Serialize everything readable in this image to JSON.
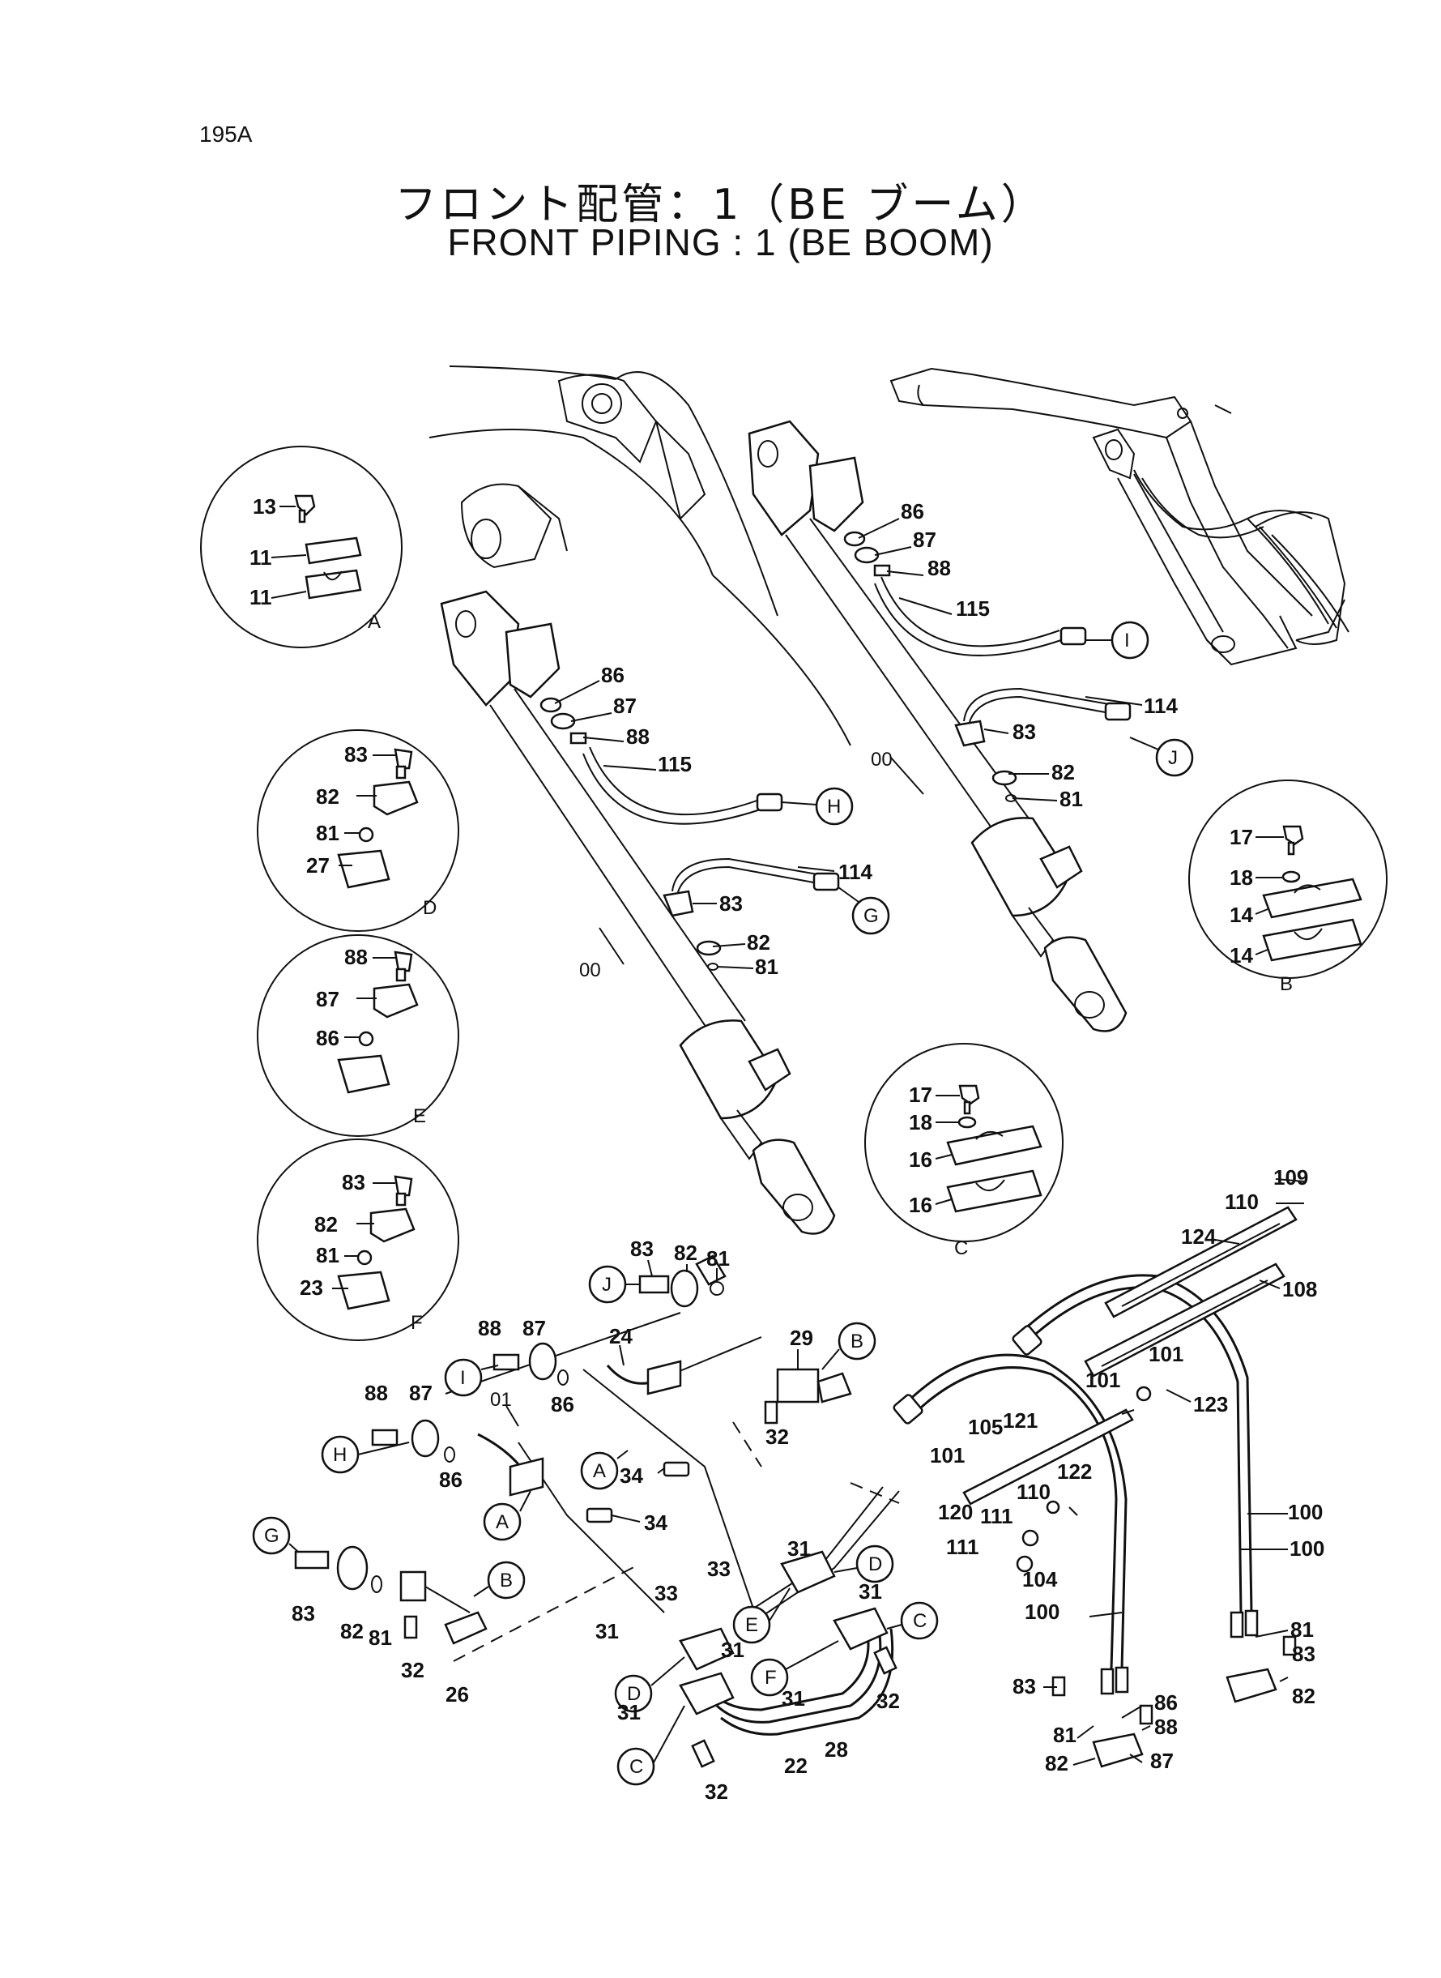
{
  "page_number": "195A",
  "title": {
    "japanese": "フロント配管：1（BE ブーム）",
    "english": "FRONT   PIPING : 1   (BE   BOOM)"
  },
  "detail_views": [
    {
      "letter": "A",
      "labels": [
        "13",
        "11",
        "11"
      ]
    },
    {
      "letter": "B",
      "labels": [
        "17",
        "18",
        "14",
        "14"
      ]
    },
    {
      "letter": "C",
      "labels": [
        "17",
        "18",
        "16",
        "16"
      ]
    },
    {
      "letter": "D",
      "labels": [
        "83",
        "82",
        "81",
        "27"
      ]
    },
    {
      "letter": "E",
      "labels": [
        "88",
        "87",
        "86"
      ]
    },
    {
      "letter": "F",
      "labels": [
        "83",
        "82",
        "81",
        "23"
      ]
    }
  ],
  "connection_markers": [
    "I",
    "J",
    "H",
    "G",
    "J",
    "I",
    "H",
    "G",
    "B",
    "A",
    "A",
    "B",
    "D",
    "E",
    "D",
    "F",
    "C",
    "C"
  ],
  "part_labels": {
    "upper_right_cylinder": [
      "86",
      "87",
      "88",
      "115",
      "114",
      "83",
      "82",
      "81",
      "00"
    ],
    "upper_left_cylinder": [
      "86",
      "87",
      "88",
      "115",
      "114",
      "83",
      "82",
      "81",
      "00"
    ],
    "lower_assembly": [
      "83",
      "82",
      "81",
      "29",
      "88",
      "87",
      "88",
      "87",
      "86",
      "86",
      "24",
      "01",
      "34",
      "34",
      "32",
      "83",
      "82",
      "81",
      "32",
      "26",
      "33",
      "31",
      "33",
      "31",
      "31",
      "31",
      "31",
      "31",
      "32",
      "32",
      "22",
      "28",
      "109",
      "110",
      "124",
      "108",
      "101",
      "101",
      "123",
      "105",
      "121",
      "122",
      "101",
      "120",
      "110",
      "111",
      "111",
      "100",
      "104",
      "100",
      "100",
      "81",
      "83",
      "82",
      "83",
      "86",
      "88",
      "81",
      "82",
      "87"
    ]
  }
}
